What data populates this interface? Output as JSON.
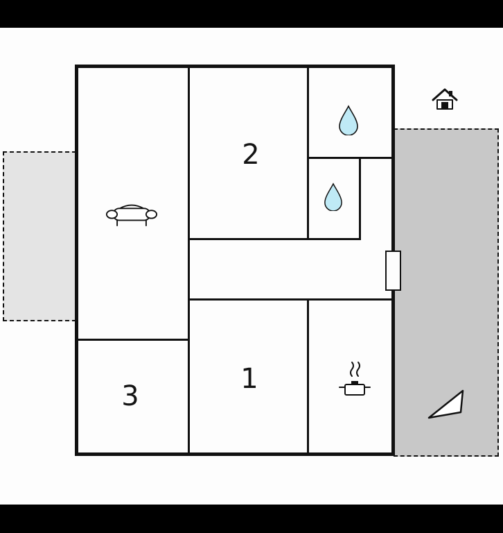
{
  "scene": {
    "background_color": "#000000",
    "canvas_color": "#fdfdfd"
  },
  "floorplan": {
    "wall_color": "#111111",
    "water_drop_color": "#bfeaf6",
    "terrace_left_color": "#e4e4e4",
    "terrace_right_color": "#c8c8c8",
    "rooms": {
      "room1": {
        "label": "1"
      },
      "room2": {
        "label": "2"
      },
      "room3": {
        "label": "3"
      },
      "living": {
        "icon": "sofa-icon"
      },
      "kitchen": {
        "icon": "cooking-pot-icon"
      },
      "bathroom_top": {
        "icon": "water-drop-icon"
      },
      "bathroom_small": {
        "icon": "water-drop-icon"
      }
    },
    "symbols": {
      "house": "house-icon",
      "north_arrow": "north-arrow-icon"
    }
  }
}
